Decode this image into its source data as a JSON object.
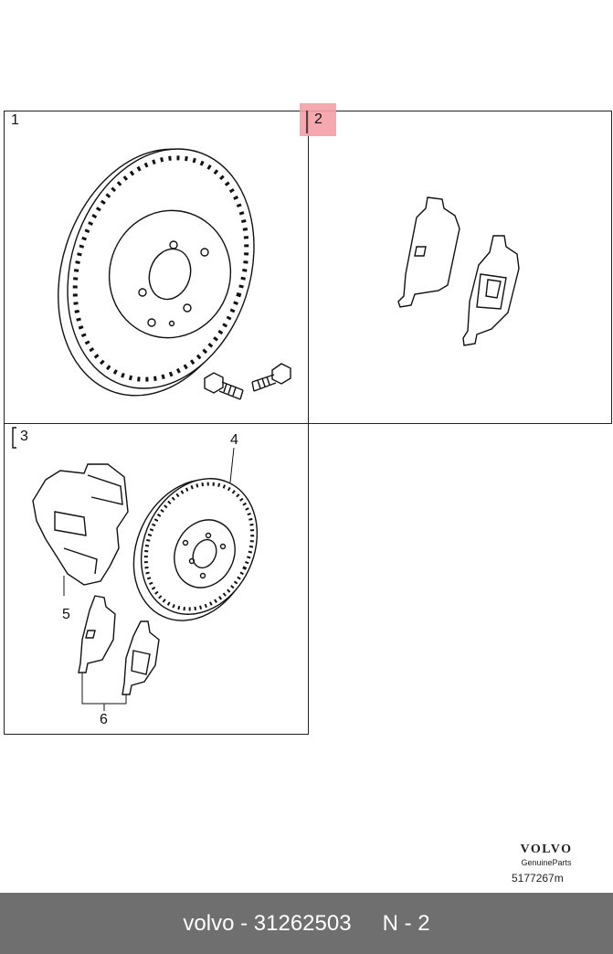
{
  "callouts": {
    "c1": "1",
    "c2": "2",
    "c3": "3",
    "c4": "4",
    "c5": "5",
    "c6": "6"
  },
  "brand": {
    "logo_text": "VOLVO",
    "tagline": "GenuineParts",
    "diagram_code": "5177267m"
  },
  "footer": {
    "part_text": "volvo - 31262503",
    "ref_text": "N - 2"
  },
  "colors": {
    "highlight": "#f2a0a6",
    "footer_bg": "#6f6f6f"
  }
}
